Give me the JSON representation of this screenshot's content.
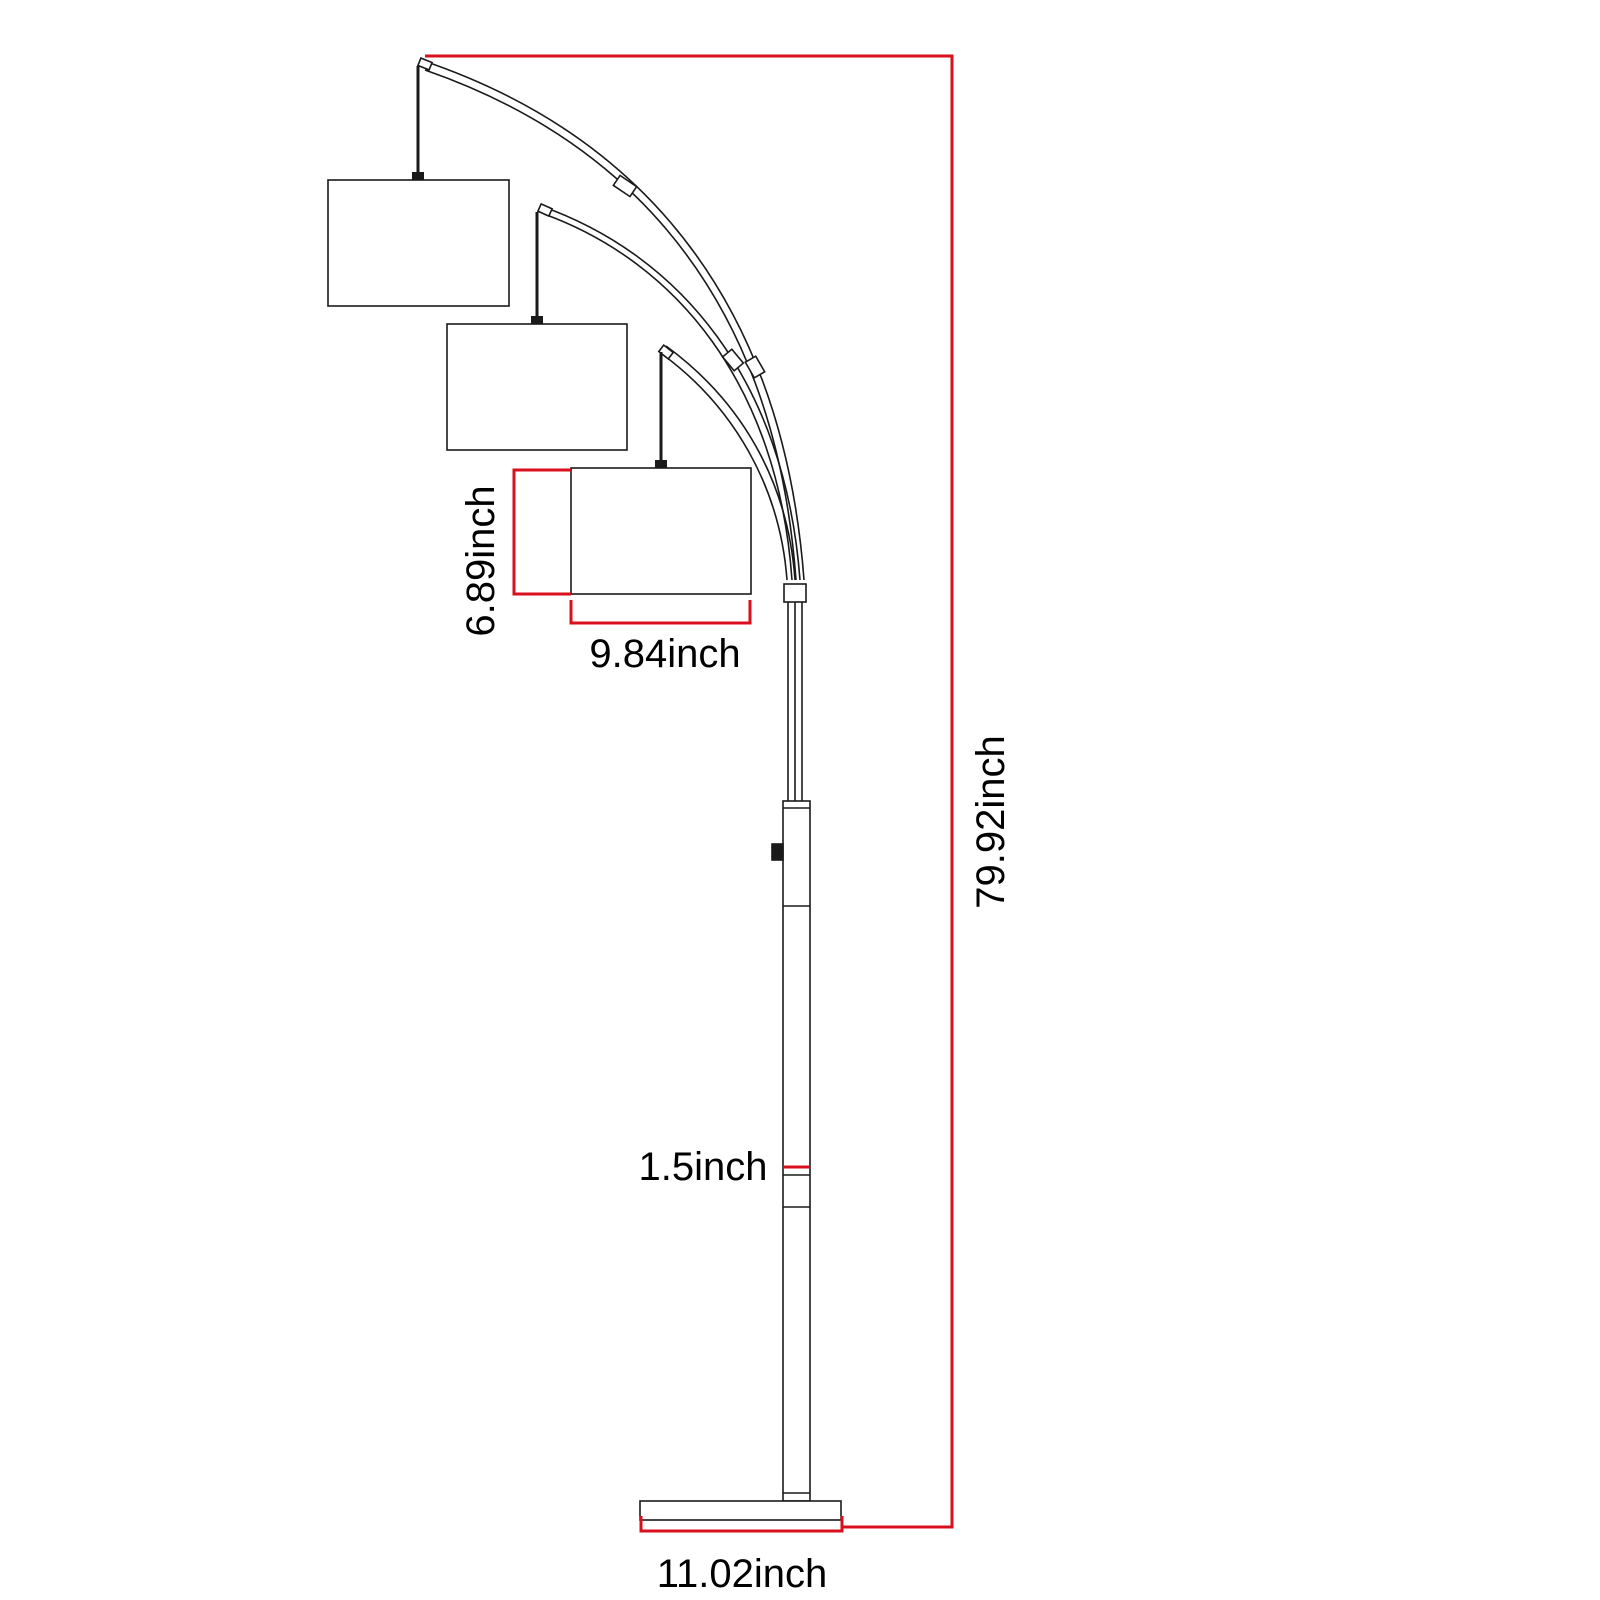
{
  "diagram": {
    "subject": "three-arm arc floor lamp",
    "dimension_color": "#d90f1d",
    "line_color": "#1a1a1a",
    "labels": {
      "overall_height": "79.92inch",
      "shade_height": "6.89inch",
      "shade_width": "9.84inch",
      "pole_diameter": "1.5inch",
      "base_width": "11.02inch"
    }
  }
}
